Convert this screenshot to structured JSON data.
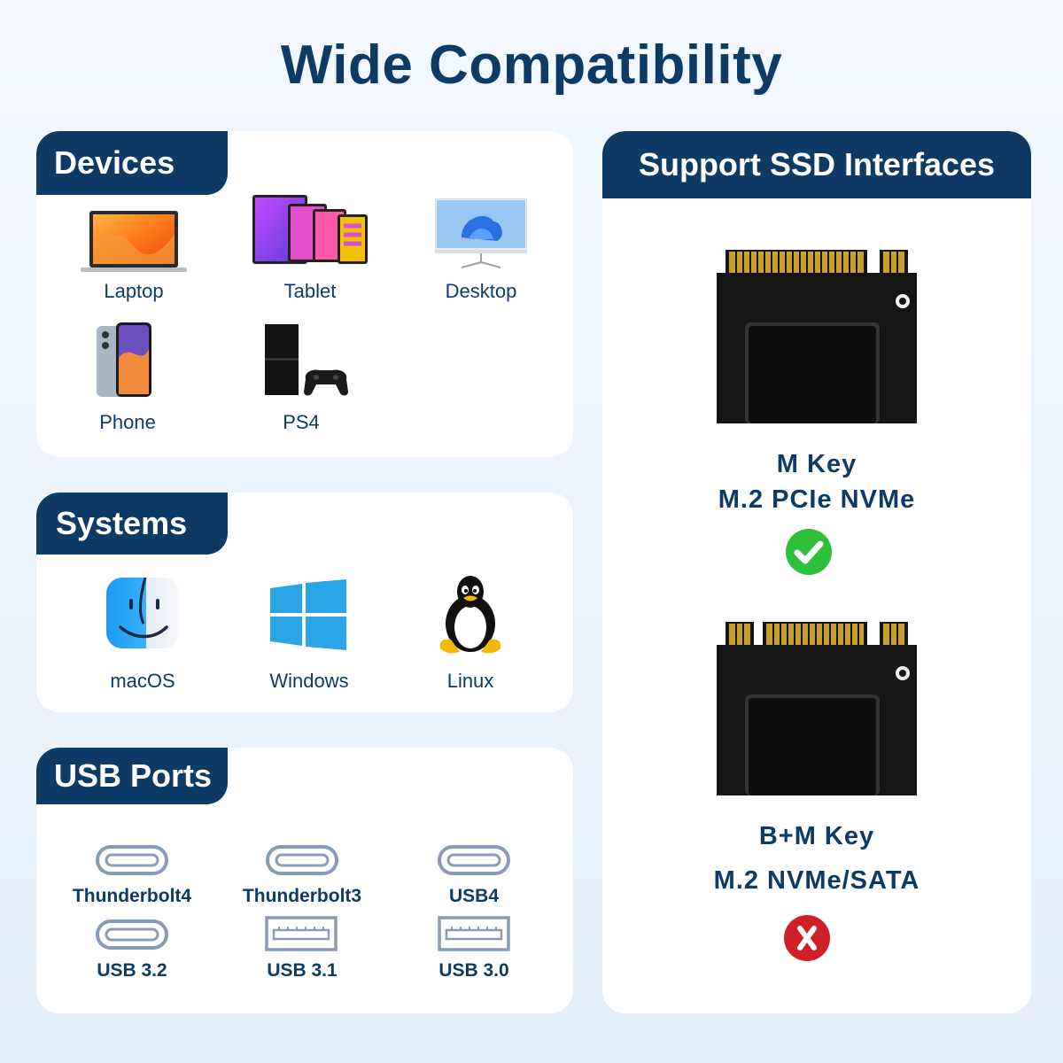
{
  "title": "Wide Compatibility",
  "devices": {
    "heading": "Devices",
    "items": [
      {
        "label": "Laptop",
        "icon": "laptop-icon"
      },
      {
        "label": "Tablet",
        "icon": "tablet-icon"
      },
      {
        "label": "Desktop",
        "icon": "desktop-icon"
      },
      {
        "label": "Phone",
        "icon": "phone-icon"
      },
      {
        "label": "PS4",
        "icon": "ps4-icon"
      }
    ]
  },
  "systems": {
    "heading": "Systems",
    "items": [
      {
        "label": "macOS",
        "icon": "macos-finder-icon"
      },
      {
        "label": "Windows",
        "icon": "windows-logo-icon"
      },
      {
        "label": "Linux",
        "icon": "linux-tux-icon"
      }
    ]
  },
  "usb": {
    "heading": "USB Ports",
    "items": [
      {
        "label": "Thunderbolt4",
        "icon": "usb-c-port-icon"
      },
      {
        "label": "Thunderbolt3",
        "icon": "usb-c-port-icon"
      },
      {
        "label": "USB4",
        "icon": "usb-c-port-icon"
      },
      {
        "label": "USB 3.2",
        "icon": "usb-c-port-icon"
      },
      {
        "label": "USB 3.1",
        "icon": "usb-a-port-icon"
      },
      {
        "label": "USB 3.0",
        "icon": "usb-a-port-icon"
      }
    ]
  },
  "ssd": {
    "heading": "Support SSD Interfaces",
    "options": [
      {
        "line1": "M Key",
        "line2": "M.2 PCIe NVMe",
        "supported": true,
        "status_icon": "check-icon",
        "status_color": "#2fbf3a"
      },
      {
        "line1": "B+M Key",
        "line2": "M.2 NVMe/SATA",
        "supported": false,
        "status_icon": "cross-icon",
        "status_color": "#d0202a"
      }
    ]
  },
  "colors": {
    "accent": "#0d3b66",
    "background": "#eaf3fb"
  }
}
